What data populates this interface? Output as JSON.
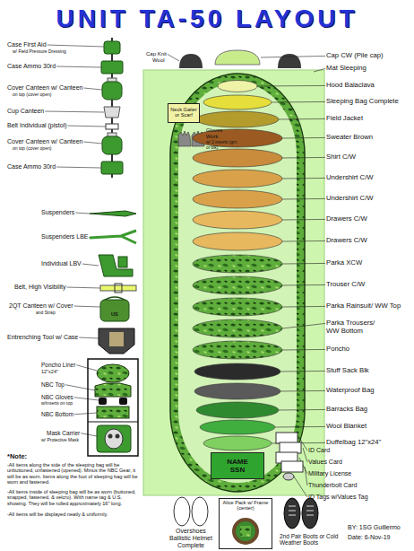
{
  "diagram": {
    "title": "UNIT TA-50 LAYOUT",
    "nodes": [
      {
        "text": [
          "Neck Gaiter or Scarf"
        ]
      },
      {
        "text": [
          "NAME",
          "SSN"
        ]
      },
      {
        "text": [
          "Alice Pack w/ Frame (center)"
        ]
      }
    ],
    "labels": [
      "Case First Aid",
      "w/ Field Pressure Dressing",
      "Case Ammo 30rd",
      "Cover Canteen w/ Canteen",
      "on top (cover open)",
      "Cup Canteen",
      "Belt Individual (pistol)",
      "Cover Canteen w/ Canteen",
      "on top (cover open)",
      "Case Ammo 30rd",
      "Suspenders",
      "Suspenders LBE",
      "Individual LBV",
      "Belt, High Visibility",
      "2QT Canteen w/ Cover",
      "and Strap",
      "US",
      "Entrenching Tool w/ Case",
      "Poncho Liner",
      "12\"x24\"",
      "NBC Top",
      "NBC Gloves",
      "w/inserts on top",
      "NBC Bottom",
      "Mask Carrier",
      "w/ Protective Mask",
      "Cap Knit",
      "Wool",
      "Gloves Work",
      "w/ 2 inserts (grn or blk)",
      "Cap CW (Pile cap)",
      "Mat Sleeping",
      "Hood Balaclava",
      "Sleeping Bag Complete",
      "Field Jacket",
      "Sweater Brown",
      "Shirt C/W",
      "Undershirt C/W",
      "Undershirt C/W",
      "Drawers C/W",
      "Drawers C/W",
      "Parka XCW",
      "Trouser C/W",
      "Parka Rainsuit/ WW Top",
      "Parka Trousers/",
      "WW Bottom",
      "Poncho",
      "Stuff Sack Blk",
      "Waterproof Bag",
      "Barracks Bag",
      "Wool Blanket",
      "Duffelbag 12\"x24\"",
      "ID Card",
      "Values Card",
      "Military License",
      "Thunderbolt Card",
      "ID Tags w/Values Tag",
      "*Note:",
      "-All items along the side of the sleeping bag will be unbuttoned, unfastened (opened). Minus the NBC Gear, it will be as worn. Items along the foot of sleeping bag will be worn and fastened.",
      "-All items inside of sleeping bag will be as worn (buttoned, snapped, fastened, & velcro). With name tag & U.S. showing. They will be rolled approximately 16\" long.",
      "-All items will be displayed neatly & uniformly.",
      "Overshoes",
      "Ballistic Helmet Complete",
      "2nd Pair Boots or Cold Weather Boots",
      "BY: 1SG Guillermo",
      "Date: 6-Nov-19"
    ]
  }
}
